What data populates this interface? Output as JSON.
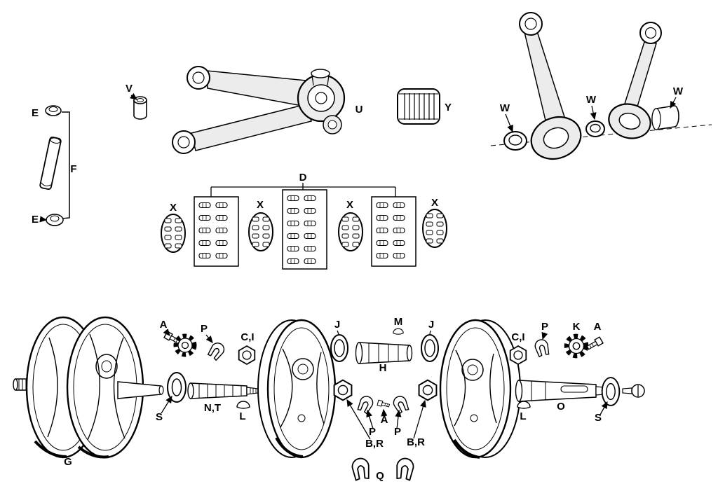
{
  "diagram": {
    "type": "exploded-parts-diagram",
    "background": "#ffffff",
    "ink": "#000000",
    "labels": {
      "e_top": "E",
      "f": "F",
      "e_bottom": "E",
      "v": "V",
      "u": "U",
      "y": "Y",
      "w1": "W",
      "w2": "W",
      "w3": "W",
      "d": "D",
      "x1": "X",
      "x2": "X",
      "x3": "X",
      "x4": "X",
      "g": "G",
      "s_left": "S",
      "a_left": "A",
      "p_left": "P",
      "ci_left": "C,I",
      "nt": "N,T",
      "l_left": "L",
      "j_left": "J",
      "h": "H",
      "m": "M",
      "j_right": "J",
      "ci_right": "C,I",
      "p_right": "P",
      "k": "K",
      "a_right": "A",
      "l_right": "L",
      "o": "O",
      "s_right": "S",
      "p_bottom_left": "P",
      "p_bottom_right": "P",
      "a_bottom": "A",
      "br_left": "B,R",
      "br_right": "B,R",
      "q": "Q"
    }
  }
}
